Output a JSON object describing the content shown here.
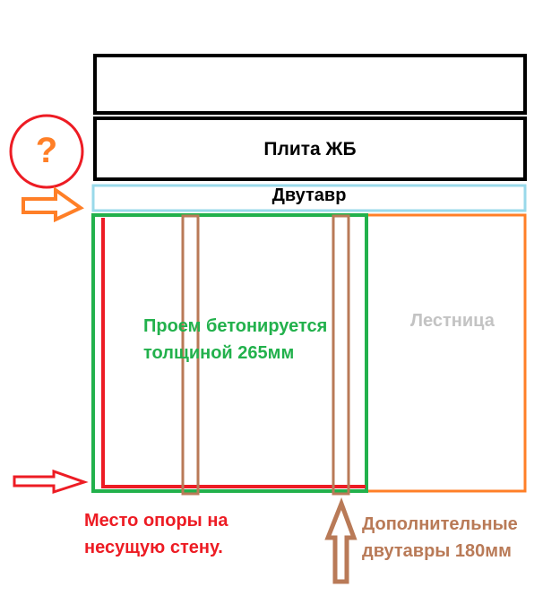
{
  "labels": {
    "slab": "Плита ЖБ",
    "beam": "Двутавр",
    "opening_line1": "Проем бетонируется",
    "opening_line2": "толщиной 265мм",
    "stairs": "Лестница",
    "support_line1": "Место опоры на",
    "support_line2": "несущую стену.",
    "extra_line1": "Дополнительные",
    "extra_line2": "двутавры 180мм",
    "question": "?"
  },
  "colors": {
    "slab_outline": "#000000",
    "beam_outline": "#99d9ea",
    "opening_outline": "#22b14c",
    "stairs_outline": "#ff7f27",
    "support_wall": "#ed1c24",
    "extra_beams": "#b97a57",
    "question_circle": "#ed1c24",
    "question_mark": "#ff7f27",
    "side_arrow_orange": "#ff7f27",
    "side_arrow_red": "#ed1c24",
    "up_arrow": "#b97a57"
  },
  "icons": {
    "question": "question-circle-icon",
    "arrow_beam": "right-arrow-icon",
    "arrow_support": "right-arrow-icon",
    "arrow_extra": "up-arrow-icon"
  }
}
